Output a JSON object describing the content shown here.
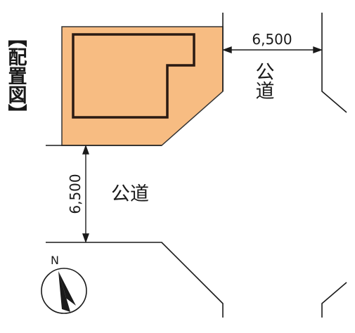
{
  "title": "【配置図】",
  "roads": {
    "east": {
      "label": "公道",
      "width_label": "6,500"
    },
    "south": {
      "label": "公道",
      "width_label": "6,500"
    }
  },
  "compass": {
    "label": "N",
    "icon": "north-arrow-icon"
  },
  "colors": {
    "lot_fill": "#f7bc82",
    "lot_outline": "#333333",
    "building_outline": "#2a1a12",
    "line": "#1a1a1a"
  }
}
